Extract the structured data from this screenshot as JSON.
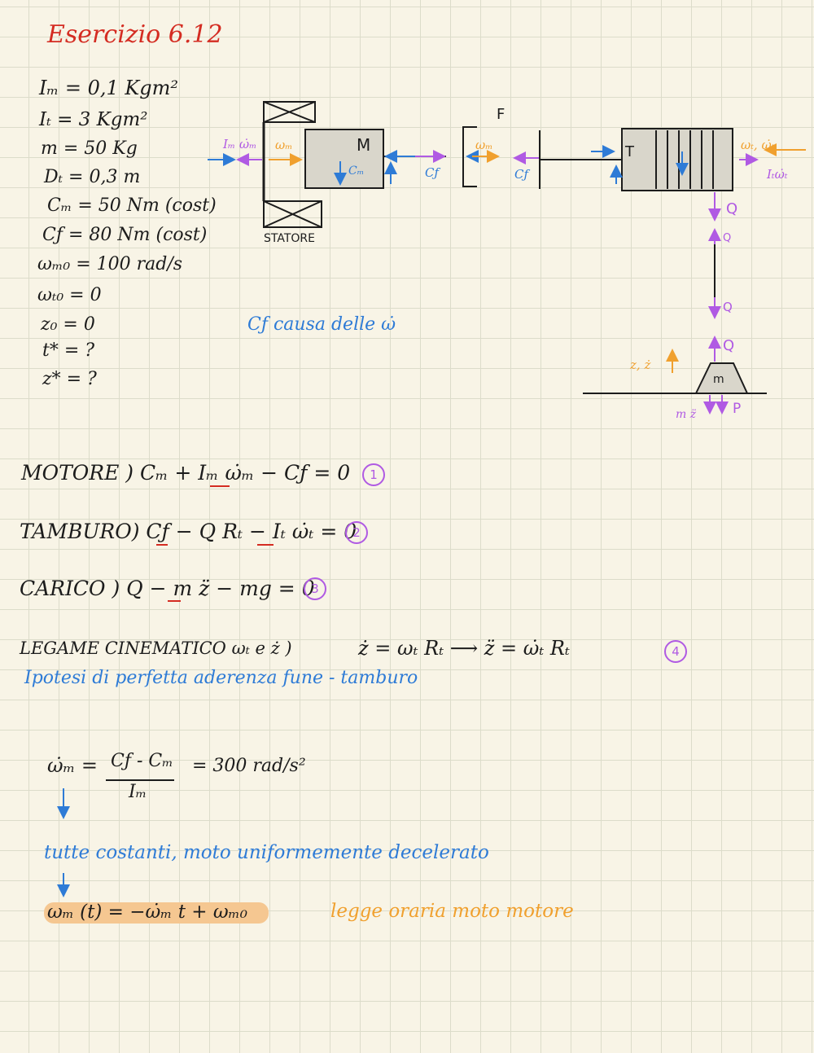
{
  "title": "Esercizio 6.12",
  "givens": [
    "Iₘ = 0,1 Kgm²",
    "Iₜ = 3 Kgm²",
    "m = 50 Kg",
    "Dₜ = 0,3 m",
    "Cₘ = 50 Nm (cost)",
    "Cƒ = 80 Nm (cost)",
    "ωₘ₀ = 100 rad/s",
    "ωₜ₀ = 0",
    "z₀ = 0",
    "t* = ?",
    "z* = ?"
  ],
  "diagram": {
    "motor_label": "M",
    "stator_label": "STATORE",
    "coupling_label": "F",
    "drum_label": "T",
    "mass_label": "m",
    "motor_inertia_torque": "Iₘ ω̇ₘ",
    "motor_speed": "ωₘ",
    "motor_torque": "Cₘ",
    "friction_torque_1": "Cƒ",
    "friction_torque_2": "Cƒ",
    "coupling_speed": "ωₘ",
    "drum_speed": "ωₜ, ω̇ₜ",
    "drum_inertia_torque": "Iₜω̇ₜ",
    "rope_force_1": "Q",
    "rope_force_2": "Q",
    "rope_force_3": "Q",
    "rope_force_4": "Q",
    "mass_coord": "z, ż",
    "mass_inertia": "m z̈",
    "weight": "P",
    "note": "Cƒ causa delle ω̇"
  },
  "equations": {
    "motor": "MOTORE ) Cₘ + Iₘ ω̇ₘ − Cƒ = 0",
    "motor_num": "1",
    "drum": "TAMBURO) Cƒ − Q Rₜ − Iₜ ω̇ₜ = 0",
    "drum_num": "2",
    "load": "CARICO ) Q − m z̈ − mg = 0",
    "load_num": "3",
    "kinematic_label": "LEGAME CINEMATICO  ωₜ e ż )",
    "kinematic_eq": "ż = ωₜ Rₜ  ⟶  z̈ = ω̇ₜ Rₜ",
    "kinematic_num": "4",
    "hypothesis": "Ipotesi di perfetta aderenza fune - tamburo"
  },
  "solution": {
    "lhs": "ω̇ₘ =",
    "numerator": "Cƒ - Cₘ",
    "denominator": "Iₘ",
    "result": "= 300 rad/s²",
    "note": "tutte costanti, moto uniformemente decelerato",
    "law": "ωₘ (t) = −ω̇ₘ t + ωₘ₀",
    "law_note": "legge oraria moto motore"
  },
  "colors": {
    "title": "#d42c22",
    "blue": "#2e7bd6",
    "purple": "#b05ae3",
    "orange": "#f0a02e",
    "highlight": "#f5c791"
  }
}
